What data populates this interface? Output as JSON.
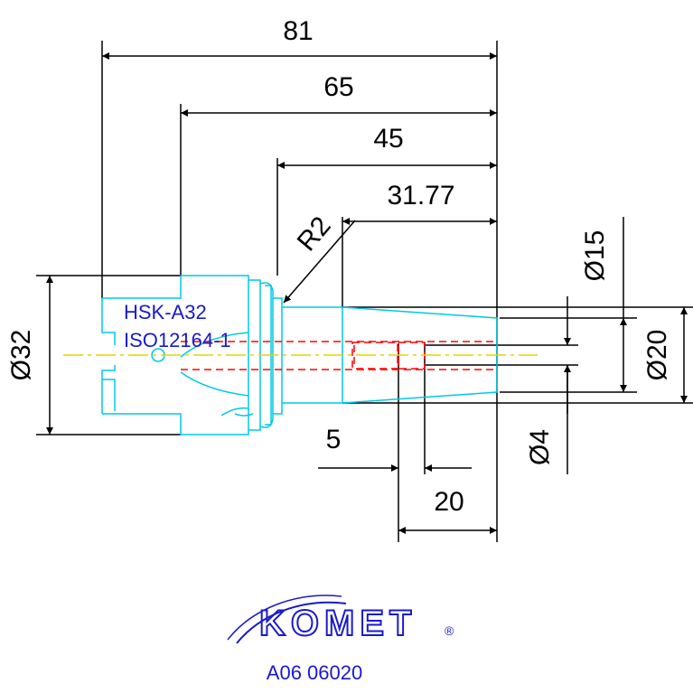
{
  "dimensions": {
    "overall_length": "81",
    "len_65": "65",
    "len_45": "45",
    "len_3177": "31.77",
    "radius": "R2",
    "dia_32": "Ø32",
    "dia_15": "Ø15",
    "dia_20": "Ø20",
    "dia_4": "Ø4",
    "len_5": "5",
    "len_20": "20"
  },
  "labels": {
    "interface": "HSK-A32",
    "standard": "ISO12164-1"
  },
  "brand": {
    "name": "KOMET",
    "registered": "®",
    "article_code": "A06 06020"
  },
  "colors": {
    "dimension": "#000000",
    "outline": "#00c8e6",
    "hidden": "#ff0000",
    "centerline": "#e6d200",
    "brand": "#1a1acc"
  }
}
